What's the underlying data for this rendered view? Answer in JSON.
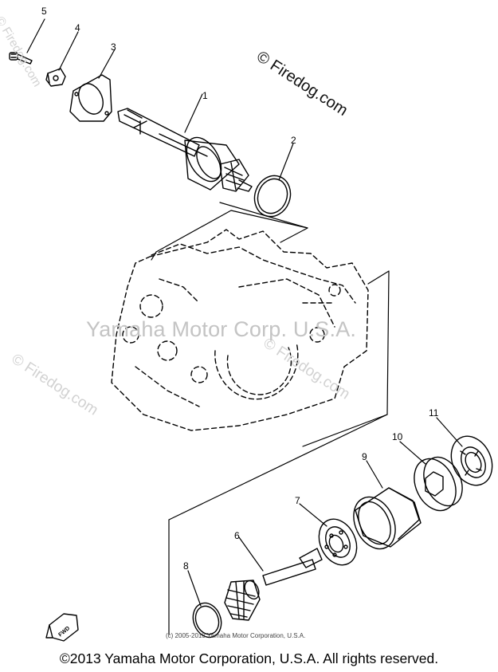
{
  "watermarks": {
    "firedog_top": "© Firedog.com",
    "firedog_left": "© Firedog.com",
    "firedog_right": "© Firedog.com",
    "firedog_corner": "© Firedog.com",
    "center": "Yamaha Motor Corp. U.S.A."
  },
  "diagram": {
    "callouts": [
      "1",
      "2",
      "3",
      "4",
      "5",
      "6",
      "7",
      "8",
      "9",
      "10",
      "11"
    ],
    "fwd_mark": "FWD"
  },
  "notes": {
    "small_copyright": "(c) 2005-2013 Yamaha Motor Corporation, U.S.A."
  },
  "footer": {
    "copyright": "©2013 Yamaha Motor Corporation, U.S.A. All rights reserved."
  },
  "colors": {
    "line": "#000000",
    "watermark": "#c8c8c8",
    "background": "#ffffff"
  }
}
